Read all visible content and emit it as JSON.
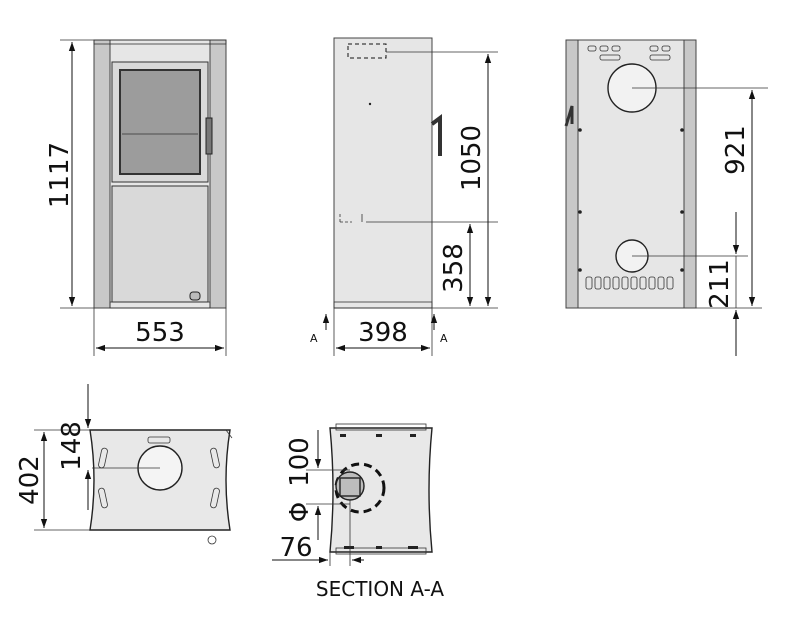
{
  "dimensions": {
    "front_height": "1117",
    "front_width": "553",
    "side_outlet_height": "1050",
    "side_inlet_height": "358",
    "side_depth": "398",
    "rear_outlet_height": "921",
    "rear_inlet_height": "211",
    "top_depth": "402",
    "top_outlet_offset": "148",
    "section_outlet_size": "100",
    "section_inlet_offset": "76"
  },
  "section": {
    "marker": "A",
    "diameter_symbol": "Φ",
    "title": "SECTION A-A"
  }
}
